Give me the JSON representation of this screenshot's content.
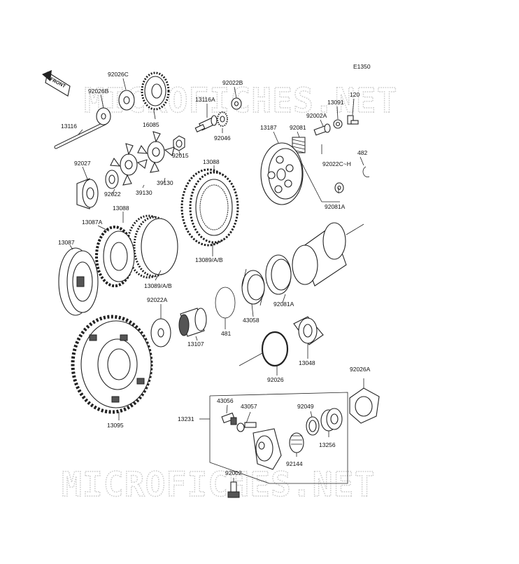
{
  "diagram": {
    "code": "E1350",
    "front_label": "FRONT",
    "watermark": "MICROFICHES.NET",
    "parts": [
      "92026C",
      "92026B",
      "16085",
      "92022B",
      "13116A",
      "13091",
      "120",
      "13116",
      "92046",
      "13187",
      "92081",
      "92002A",
      "92015",
      "13088",
      "92027",
      "482",
      "92022",
      "39130",
      "39130",
      "92022C~H",
      "13088",
      "92081A",
      "13087A",
      "13087",
      "13089/A/B",
      "13089/A/B",
      "92022A",
      "92081A",
      "43058",
      "481",
      "13107",
      "13048",
      "92026",
      "13095",
      "92026A",
      "43056",
      "43057",
      "13231",
      "92049",
      "13256",
      "92144",
      "92002"
    ]
  }
}
